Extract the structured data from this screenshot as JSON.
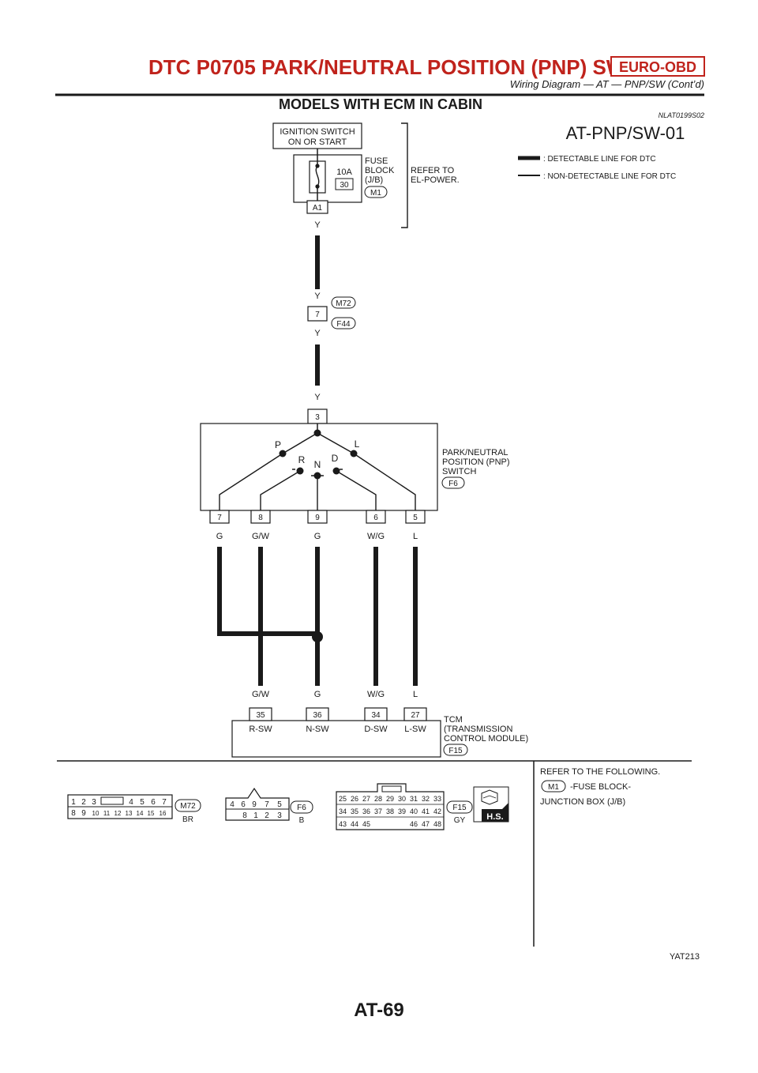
{
  "header": {
    "title": "DTC P0705 PARK/NEUTRAL POSITION (PNP) SWITCH",
    "badge": "EURO-OBD",
    "subtitle": "Wiring Diagram — AT — PNP/SW (Cont’d)"
  },
  "section": {
    "title": "MODELS WITH ECM IN CABIN",
    "ref": "NLAT0199S02"
  },
  "diagram": {
    "id": "AT-PNP/SW-01",
    "legend": {
      "detectable": ": DETECTABLE LINE FOR DTC",
      "non_detectable": ": NON-DETECTABLE LINE FOR DTC"
    },
    "ignition": {
      "line1": "IGNITION SWITCH",
      "line2": "ON OR START"
    },
    "fuse": {
      "rating": "10A",
      "number": "30",
      "label1": "FUSE",
      "label2": "BLOCK",
      "label3": "(J/B)",
      "connector": "M1",
      "terminal": "A1"
    },
    "refer": {
      "line1": "REFER TO",
      "line2": "EL-POWER."
    },
    "wire_y": "Y",
    "joint_connector": {
      "top": "M72",
      "bottom": "F44",
      "pin": "7"
    },
    "pnp_switch": {
      "label1": "PARK/NEUTRAL",
      "label2": "POSITION (PNP)",
      "label3": "SWITCH",
      "connector": "F6",
      "input_pin": "3",
      "positions": {
        "p": "P",
        "r": "R",
        "n": "N",
        "d": "D",
        "l": "L"
      },
      "pins": [
        "7",
        "8",
        "9",
        "6",
        "5"
      ],
      "wire_colors": [
        "G",
        "G/W",
        "G",
        "W/G",
        "L"
      ]
    },
    "tcm": {
      "label1": "TCM",
      "label2": "(TRANSMISSION",
      "label3": "CONTROL MODULE)",
      "connector": "F15",
      "wire_colors": [
        "G/W",
        "G",
        "W/G",
        "L"
      ],
      "pins": [
        "35",
        "36",
        "34",
        "27"
      ],
      "pin_names": [
        "R-SW",
        "N-SW",
        "D-SW",
        "L-SW"
      ]
    },
    "connectors_ref": {
      "m72": {
        "id": "M72",
        "color": "BR",
        "row1": [
          "1",
          "2",
          "3",
          "4",
          "5",
          "6",
          "7"
        ],
        "row2": [
          "8",
          "9",
          "10",
          "11",
          "12",
          "13",
          "14",
          "15",
          "16"
        ]
      },
      "f6": {
        "id": "F6",
        "color": "B",
        "row1": [
          "4",
          "6",
          "9",
          "7",
          "5"
        ],
        "row2": [
          "8",
          "1",
          "2",
          "3"
        ]
      },
      "f15": {
        "id": "F15",
        "color": "GY",
        "row1": [
          "25",
          "26",
          "27",
          "28",
          "29",
          "30",
          "31",
          "32",
          "33"
        ],
        "row2": [
          "34",
          "35",
          "36",
          "37",
          "38",
          "39",
          "40",
          "41",
          "42"
        ],
        "row3": [
          "43",
          "44",
          "45",
          "46",
          "47",
          "48"
        ]
      },
      "hs_label": "H.S."
    },
    "refer_following": {
      "title": "REFER TO THE FOLLOWING.",
      "m1": "M1",
      "text1": "-FUSE BLOCK-",
      "text2": "JUNCTION BOX (J/B)"
    },
    "code": "YAT213"
  },
  "footer": {
    "page": "AT-69"
  }
}
